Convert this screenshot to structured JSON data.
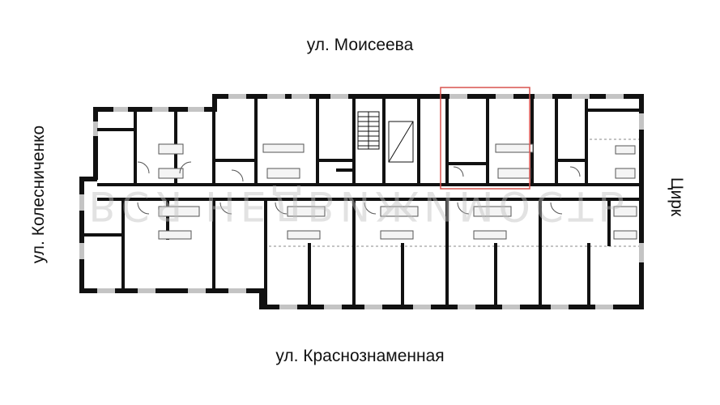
{
  "streets": {
    "top": "ул. Моисеева",
    "bottom": "ул. Краснознаменная",
    "left": "ул. Колесниченко",
    "right": "Цирк"
  },
  "watermark": "ВСЯ НЕДВИЖИМОСТЬ",
  "colors": {
    "wall": "#111111",
    "window": "#bdbdbd",
    "highlight": "#d9534f",
    "fixture": "#555555"
  }
}
